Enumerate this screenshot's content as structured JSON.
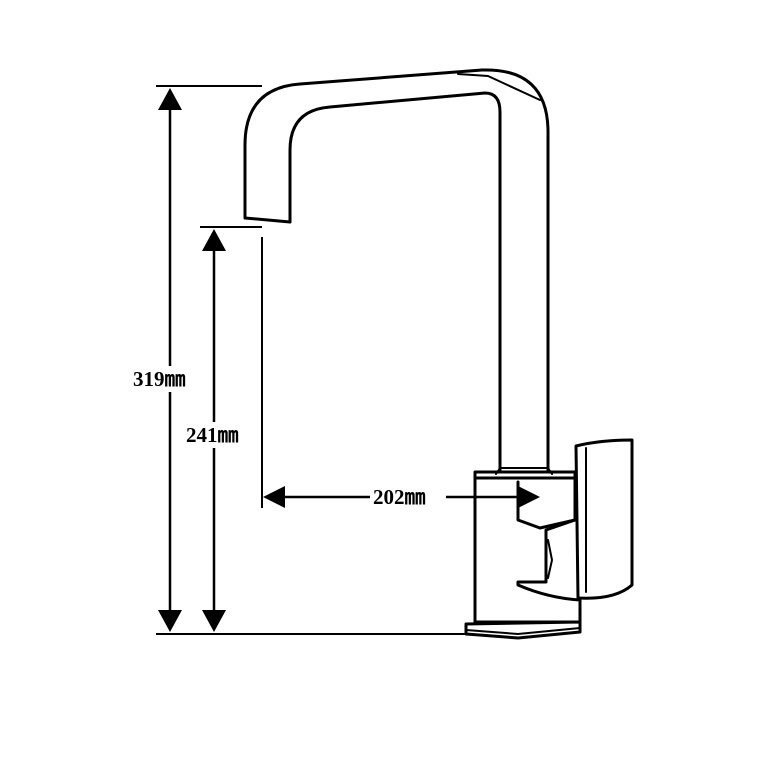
{
  "dimensions": {
    "total_height": "319㎜",
    "spout_height": "241㎜",
    "spout_reach": "202㎜"
  },
  "colors": {
    "line": "#000000",
    "background": "#ffffff"
  }
}
